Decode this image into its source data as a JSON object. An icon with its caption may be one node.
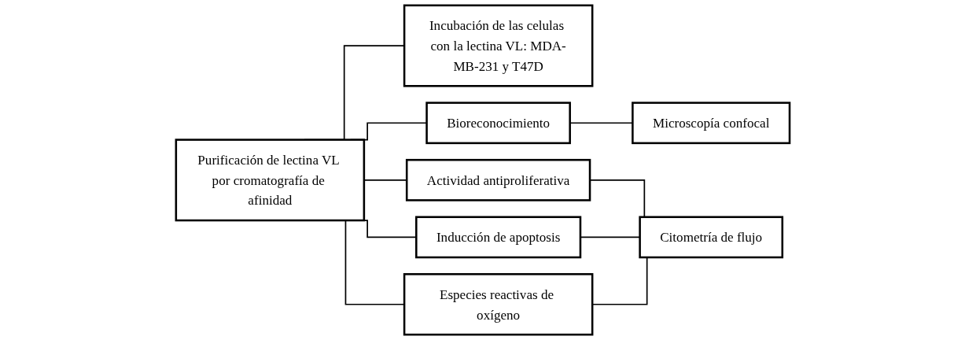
{
  "diagram": {
    "nodes": [
      {
        "text": [
          "Purificación de lectina VL por cromatografía de afinidad"
        ]
      },
      {
        "text": [
          "Incubación de las celulas con la lectina VL: MDA-MB-231 y T47D"
        ]
      },
      {
        "text": [
          "Bioreconocimiento"
        ]
      },
      {
        "text": [
          "Microscopía confocal"
        ]
      },
      {
        "text": [
          "Actividad antiproliferativa"
        ]
      },
      {
        "text": [
          "Inducción de apoptosis"
        ]
      },
      {
        "text": [
          "Especies reactivas de oxígeno"
        ]
      },
      {
        "text": [
          "Citometría de flujo"
        ]
      }
    ],
    "edges": [
      {
        "from": 0,
        "to": 1,
        "arrow": "none"
      },
      {
        "from": 0,
        "to": 2,
        "arrow": "none"
      },
      {
        "from": 0,
        "to": 4,
        "arrow": "none"
      },
      {
        "from": 0,
        "to": 5,
        "arrow": "none"
      },
      {
        "from": 0,
        "to": 6,
        "arrow": "none"
      },
      {
        "from": 2,
        "to": 3,
        "arrow": "none"
      },
      {
        "from": 4,
        "to": 7,
        "arrow": "none"
      },
      {
        "from": 5,
        "to": 7,
        "arrow": "none"
      },
      {
        "from": 6,
        "to": 7,
        "arrow": "none"
      }
    ]
  }
}
